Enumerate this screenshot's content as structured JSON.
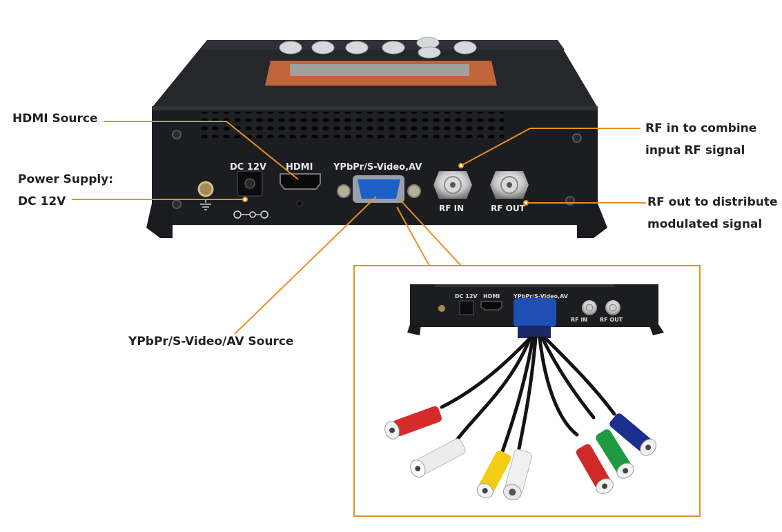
{
  "callouts": {
    "hdmi_source": "HDMI Source",
    "power_line1": "Power   Supply:",
    "power_line2": "DC 12V",
    "rf_in_line1": "RF in to combine",
    "rf_in_line2": "input RF signal",
    "rf_out_line1": "RF out to distribute",
    "rf_out_line2": "modulated signal",
    "ypbpr_source": "YPbPr/S-Video/AV Source"
  },
  "panel_labels": {
    "dc": "DC 12V",
    "hdmi": "HDMI",
    "ypbpr": "YPbPr/S-Video,AV",
    "rf_in": "RF IN",
    "rf_out": "RF OUT"
  },
  "colors": {
    "leader_line": "#e8901e",
    "device_body": "#1c1d21",
    "display_bezel": "#c0643a",
    "vga_port": "#1f5fc9",
    "inset_frame": "#e8901e"
  },
  "icons": [
    "ground-icon",
    "dc-polarity-icon"
  ]
}
